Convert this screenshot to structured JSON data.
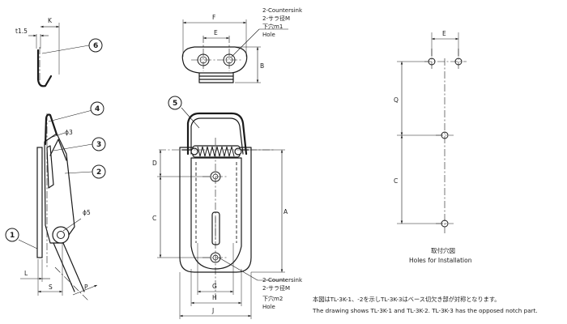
{
  "dimensions": {
    "K": "K",
    "t": "t1.5",
    "F": "F",
    "E": "E",
    "B": "B",
    "D": "D",
    "C": "C",
    "A": "A",
    "G": "G",
    "H": "H",
    "J": "J",
    "phi3": "ϕ3",
    "phi5": "ϕ5",
    "L": "L",
    "S": "S",
    "P": "P",
    "Q": "Q",
    "E2": "E",
    "C2": "C"
  },
  "balloons": [
    "1",
    "2",
    "3",
    "4",
    "5",
    "6"
  ],
  "top_note": {
    "line1": "2-Countersink",
    "line2": "2-サラ径M",
    "line3": "下穴m1",
    "line4": "Hole"
  },
  "bottom_note": {
    "line1": "2-Countersink",
    "line2": "2-サラ径M",
    "line3": "下穴m2",
    "line4": "Hole"
  },
  "holes_caption": {
    "jp": "取付穴図",
    "en": "Holes for Installation"
  },
  "footnote": {
    "jp": "本図はTL-3K-1、-2を示しTL-3K-3はベース切欠き部が対称となります。",
    "en": "The drawing shows TL-3K-1 and TL-3K-2. TL-3K-3 has the opposed notch part."
  }
}
